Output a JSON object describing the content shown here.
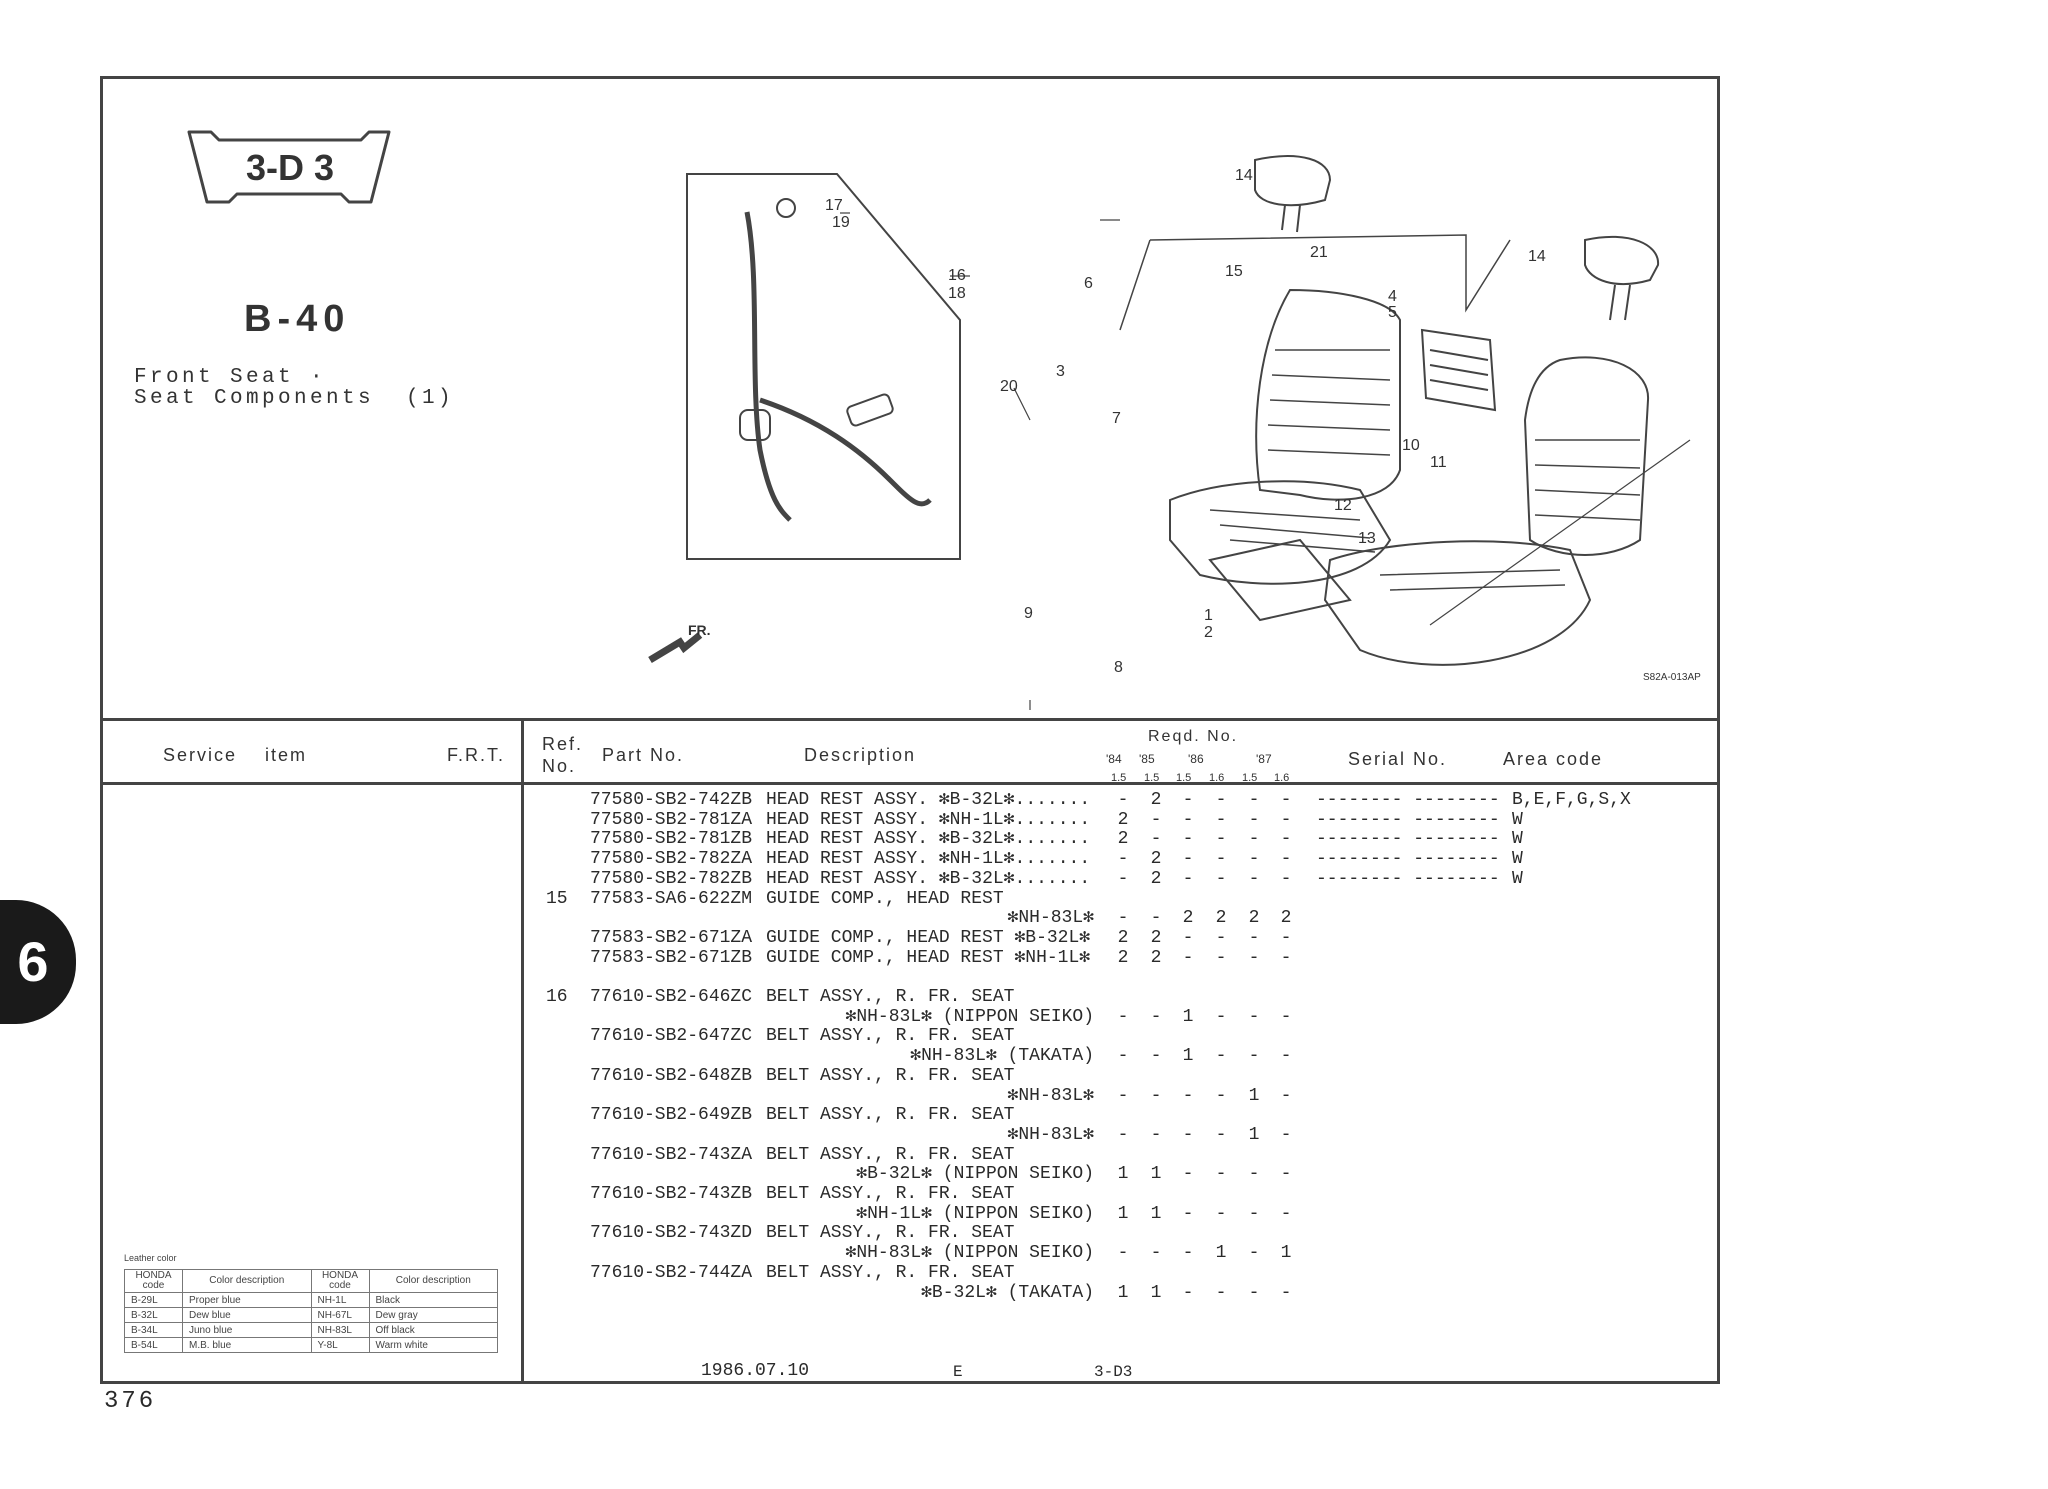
{
  "section_badge": "3-D 3",
  "group_code": "B-40",
  "title_line1": "Front Seat ·",
  "title_line2": "Seat Components  (1)",
  "side_tab": "6",
  "page_number": "376",
  "diagram": {
    "callouts": [
      "14",
      "17",
      "19",
      "16",
      "18",
      "21",
      "15",
      "6",
      "14",
      "4",
      "5",
      "3",
      "20",
      "7",
      "10",
      "11",
      "12",
      "13",
      "9",
      "1",
      "2",
      "8"
    ],
    "fr_label": "FR.",
    "drawing_code": "S82A-013AP"
  },
  "table_header": {
    "service_item": "Service    item",
    "frt": "F.R.T.",
    "ref_no_1": "Ref.",
    "ref_no_2": "No.",
    "part_no": "Part No.",
    "description": "Description",
    "reqd_no": "Reqd. No.",
    "years": [
      "'84",
      "'85",
      "'86",
      "'87"
    ],
    "sub": [
      "1.5",
      "1.5",
      "1.5",
      "1.6",
      "1.5",
      "1.6"
    ],
    "serial_no": "Serial No.",
    "area_code": "Area code"
  },
  "lines": [
    {
      "ref": "",
      "part": "77580-SB2-742ZB",
      "desc": "HEAD REST ASSY. ✻B-32L✻.......",
      "qty": [
        "-",
        "2",
        "-",
        "-",
        "-",
        "-"
      ],
      "serial": "-------- --------",
      "area": "B,E,F,G,S,X"
    },
    {
      "ref": "",
      "part": "77580-SB2-781ZA",
      "desc": "HEAD REST ASSY. ✻NH-1L✻.......",
      "qty": [
        "2",
        "-",
        "-",
        "-",
        "-",
        "-"
      ],
      "serial": "-------- --------",
      "area": "W"
    },
    {
      "ref": "",
      "part": "77580-SB2-781ZB",
      "desc": "HEAD REST ASSY. ✻B-32L✻.......",
      "qty": [
        "2",
        "-",
        "-",
        "-",
        "-",
        "-"
      ],
      "serial": "-------- --------",
      "area": "W"
    },
    {
      "ref": "",
      "part": "77580-SB2-782ZA",
      "desc": "HEAD REST ASSY. ✻NH-1L✻.......",
      "qty": [
        "-",
        "2",
        "-",
        "-",
        "-",
        "-"
      ],
      "serial": "-------- --------",
      "area": "W"
    },
    {
      "ref": "",
      "part": "77580-SB2-782ZB",
      "desc": "HEAD REST ASSY. ✻B-32L✻.......",
      "qty": [
        "-",
        "2",
        "-",
        "-",
        "-",
        "-"
      ],
      "serial": "-------- --------",
      "area": "W"
    },
    {
      "ref": "15",
      "part": "77583-SA6-622ZM",
      "desc": "GUIDE COMP., HEAD REST"
    },
    {
      "rdesc": "✻NH-83L✻",
      "qty": [
        "-",
        "-",
        "2",
        "2",
        "2",
        "2"
      ]
    },
    {
      "ref": "",
      "part": "77583-SB2-671ZA",
      "desc": "GUIDE COMP., HEAD REST ✻B-32L✻",
      "qty": [
        "2",
        "2",
        "-",
        "-",
        "-",
        "-"
      ]
    },
    {
      "ref": "",
      "part": "77583-SB2-671ZB",
      "desc": "GUIDE COMP., HEAD REST ✻NH-1L✻",
      "qty": [
        "2",
        "2",
        "-",
        "-",
        "-",
        "-"
      ]
    },
    {},
    {
      "ref": "16",
      "part": "77610-SB2-646ZC",
      "desc": "BELT ASSY., R. FR. SEAT"
    },
    {
      "rdesc": "✻NH-83L✻ (NIPPON SEIKO)",
      "qty": [
        "-",
        "-",
        "1",
        "-",
        "-",
        "-"
      ]
    },
    {
      "ref": "",
      "part": "77610-SB2-647ZC",
      "desc": "BELT ASSY., R. FR. SEAT"
    },
    {
      "rdesc": "✻NH-83L✻ (TAKATA)",
      "qty": [
        "-",
        "-",
        "1",
        "-",
        "-",
        "-"
      ]
    },
    {
      "ref": "",
      "part": "77610-SB2-648ZB",
      "desc": "BELT ASSY., R. FR. SEAT"
    },
    {
      "rdesc": "✻NH-83L✻",
      "qty": [
        "-",
        "-",
        "-",
        "-",
        "1",
        "-"
      ]
    },
    {
      "ref": "",
      "part": "77610-SB2-649ZB",
      "desc": "BELT ASSY., R. FR. SEAT"
    },
    {
      "rdesc": "✻NH-83L✻",
      "qty": [
        "-",
        "-",
        "-",
        "-",
        "1",
        "-"
      ]
    },
    {
      "ref": "",
      "part": "77610-SB2-743ZA",
      "desc": "BELT ASSY., R. FR. SEAT"
    },
    {
      "rdesc": "✻B-32L✻ (NIPPON SEIKO)",
      "qty": [
        "1",
        "1",
        "-",
        "-",
        "-",
        "-"
      ]
    },
    {
      "ref": "",
      "part": "77610-SB2-743ZB",
      "desc": "BELT ASSY., R. FR. SEAT"
    },
    {
      "rdesc": "✻NH-1L✻ (NIPPON SEIKO)",
      "qty": [
        "1",
        "1",
        "-",
        "-",
        "-",
        "-"
      ]
    },
    {
      "ref": "",
      "part": "77610-SB2-743ZD",
      "desc": "BELT ASSY., R. FR. SEAT"
    },
    {
      "rdesc": "✻NH-83L✻ (NIPPON SEIKO)",
      "qty": [
        "-",
        "-",
        "-",
        "1",
        "-",
        "1"
      ]
    },
    {
      "ref": "",
      "part": "77610-SB2-744ZA",
      "desc": "BELT ASSY., R. FR. SEAT"
    },
    {
      "rdesc": "✻B-32L✻ (TAKATA)",
      "qty": [
        "1",
        "1",
        "-",
        "-",
        "-",
        "-"
      ]
    }
  ],
  "leather_color": {
    "label": "Leather color",
    "headers": [
      "HONDA code",
      "Color description",
      "HONDA code",
      "Color description"
    ],
    "rows": [
      [
        "B-29L",
        "Proper blue",
        "NH-1L",
        "Black"
      ],
      [
        "B-32L",
        "Dew blue",
        "NH-67L",
        "Dew gray"
      ],
      [
        "B-34L",
        "Juno blue",
        "NH-83L",
        "Off black"
      ],
      [
        "B-54L",
        "M.B. blue",
        "Y-8L",
        "Warm white"
      ]
    ]
  },
  "footer": {
    "date": "1986.07.10",
    "edition": "E",
    "section": "3-D3"
  }
}
